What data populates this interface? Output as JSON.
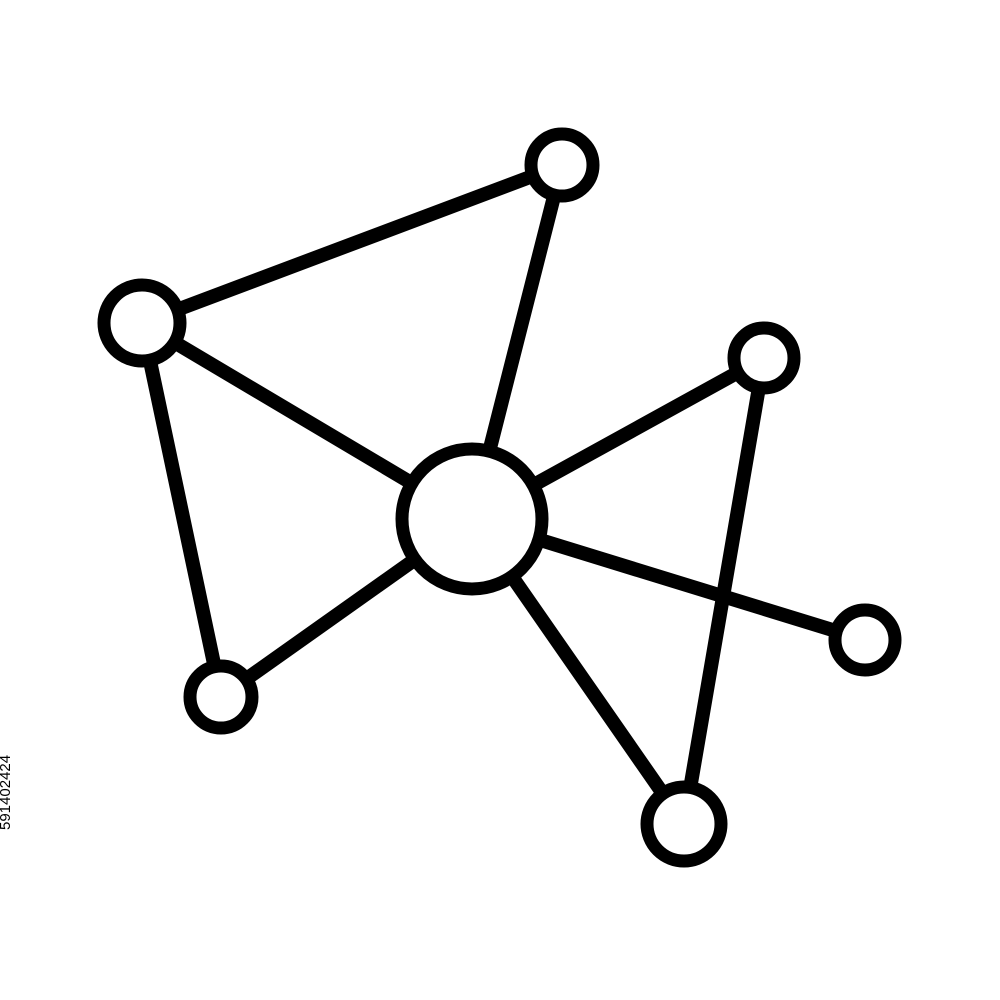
{
  "colors": {
    "background": "#ffffff",
    "stroke": "#000000",
    "node_fill": "#ffffff",
    "watermark_text": "#000000"
  },
  "icon": "network-graph-icon",
  "graph": {
    "nodes": [
      {
        "id": "hub",
        "name": "hub-node"
      },
      {
        "id": "top-left",
        "name": "top-left-node"
      },
      {
        "id": "top-right",
        "name": "top-right-node"
      },
      {
        "id": "right-upper",
        "name": "right-upper-node"
      },
      {
        "id": "right",
        "name": "right-node"
      },
      {
        "id": "bottom-right",
        "name": "bottom-right-node"
      },
      {
        "id": "bottom-left",
        "name": "bottom-left-node"
      }
    ],
    "edges": [
      {
        "from": "top-left",
        "to": "top-right"
      },
      {
        "from": "top-left",
        "to": "hub"
      },
      {
        "from": "top-left",
        "to": "bottom-left"
      },
      {
        "from": "top-right",
        "to": "hub"
      },
      {
        "from": "hub",
        "to": "right-upper"
      },
      {
        "from": "hub",
        "to": "right"
      },
      {
        "from": "hub",
        "to": "bottom-right"
      },
      {
        "from": "hub",
        "to": "bottom-left"
      },
      {
        "from": "right-upper",
        "to": "bottom-right"
      }
    ]
  },
  "watermark": {
    "id_text": "591402424"
  }
}
